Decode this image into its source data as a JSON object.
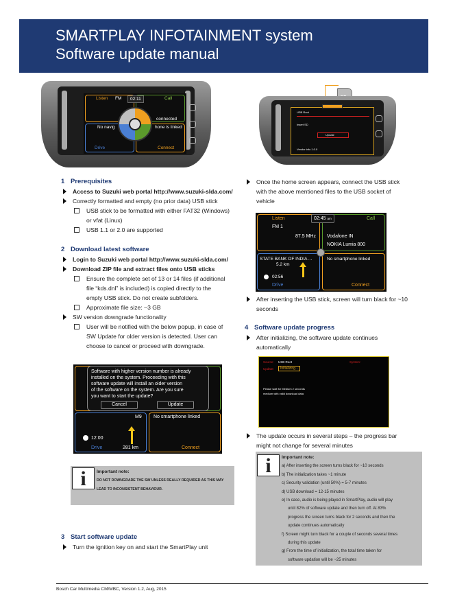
{
  "header": {
    "title_line1": "SMARTPLAY INFOTAINMENT system",
    "title_line2": "Software update manual"
  },
  "unit1": {
    "listen": "Listen",
    "fm": "FM",
    "time": "02:11",
    "call": "Call",
    "connected": "connected",
    "no_nav": "No navig",
    "phone_linked": "hone is linked",
    "drive": "Drive",
    "connect": "Connect"
  },
  "unit2": {
    "sd_label": "SD",
    "source": "USB Root",
    "file_bar": "Insert SD",
    "version": "Vendor info 1.0.0",
    "button": "Update"
  },
  "sec1": {
    "num": "1",
    "title": "Prerequisites",
    "b1": "Access to Suzuki web portal http://www.suzuki-slda.com/",
    "b2": "Correctly formatted and empty (no prior data) USB stick",
    "s1a": "USB stick to be formatted with either FAT32 (Windows)",
    "s1b": "or vfat (Linux)",
    "s2": "USB 1.1 or 2.0 are supported"
  },
  "sec2": {
    "num": "2",
    "title": "Download latest software",
    "b1": "Login to Suzuki web portal http://www.suzuki-slda.com/",
    "b2": "Download ZIP file and extract files onto USB sticks",
    "s1a": "Ensure the complete set of 13 or 14 files (if additional",
    "s1b": "file “kds.dnl” is included) is copied directly to the",
    "s1c": "empty USB stick. Do not create subfolders.",
    "s2": "Approximate file size: ~3 GB",
    "b3": "SW version downgrade  functionality",
    "s3a": "User will be notified with the below popup, in case of",
    "s3b": "SW Update for older version is detected. User can",
    "s3c": "choose to cancel or proceed with downgrade."
  },
  "popup_screen": {
    "msg1": "Software with higher version number is already",
    "msg2": "installed on the system. Proceeding with this",
    "msg3": "software update will install an older version",
    "msg4": "of the software on the system. Are you sure",
    "msg5": "you want to start the update?",
    "cancel": "Cancel",
    "update": "Update",
    "m9": "M9",
    "no_phone": "No smartphone linked",
    "time": "12:00",
    "drive": "Drive",
    "dist": "281  km",
    "connect": "Connect"
  },
  "note1": {
    "title": "Important note:",
    "line1": "DO NOT DOWNGRADE THE SW UNLESS REALLY REQUIRED AS THIS MAY",
    "line2": "LEAD TO INCONSISTENT BEHAVIOUR."
  },
  "sec3": {
    "num": "3",
    "title": "Start software update",
    "b1": "Turn the ignition key on and start the SmartPlay unit"
  },
  "col2": {
    "b1a": "Once the home screen appears, connect the USB stick",
    "b1b": "with the above mentioned files to the USB socket of",
    "b1c": "vehicle",
    "b2a": "After inserting the USB stick, screen will turn black for ~10",
    "b2b": "seconds"
  },
  "home_screen": {
    "listen": "Listen",
    "time": "02:45",
    "am": "am",
    "call": "Call",
    "fm": "FM 1",
    "freq": "87.5  MHz",
    "operator": "Vodafone IN",
    "phone": "NOKIA Lumia 800",
    "poi": "STATE BANK OF INDIA ...",
    "dist": "5.2 km",
    "no_phone": "No smartphone linked",
    "clock": "02:56",
    "drive": "Drive",
    "connect": "Connect"
  },
  "sec4": {
    "num": "4",
    "title": "Software update progress",
    "b1a": "After initializing, the software update continues",
    "b1b": "automatically",
    "b2a": "The update occurs in several steps – the progress bar",
    "b2b": "might not change for several minutes"
  },
  "progress_screen": {
    "source": "Source:",
    "source_val": "USB Root",
    "system": "System:",
    "update": "Update:",
    "status": "Initializing...",
    "wait1": "Please wait for Medium 2 seconds",
    "wait2": "medium with valid download data"
  },
  "note2": {
    "title": "Important note:",
    "a": "a)  After inserting the screen turns black for ~10 seconds",
    "b": "b)  The initialization takes ~1 minute",
    "c": "c)  Security validation (until 50%) = 5-7 minutes",
    "d": "d)  USB download = 12-15 minutes",
    "e1": "e)  In case, audio is being played in SmartPlay, audio will play",
    "e2": "until 82% of software update and then turn off. At 83%",
    "e3": "progress the screen turns black for 2 seconds and then the",
    "e4": "update continues automatically",
    "f1": "f)  Screen might turn black for a couple of seconds several times",
    "f2": "during this update",
    "g1": "g)  From the time of initialization, the total time taken for",
    "g2": "software updation will be ~25 minutes"
  },
  "footer": "Bosch Car Multimedia CM/MBC, Version 1.2, Aug, 2015"
}
